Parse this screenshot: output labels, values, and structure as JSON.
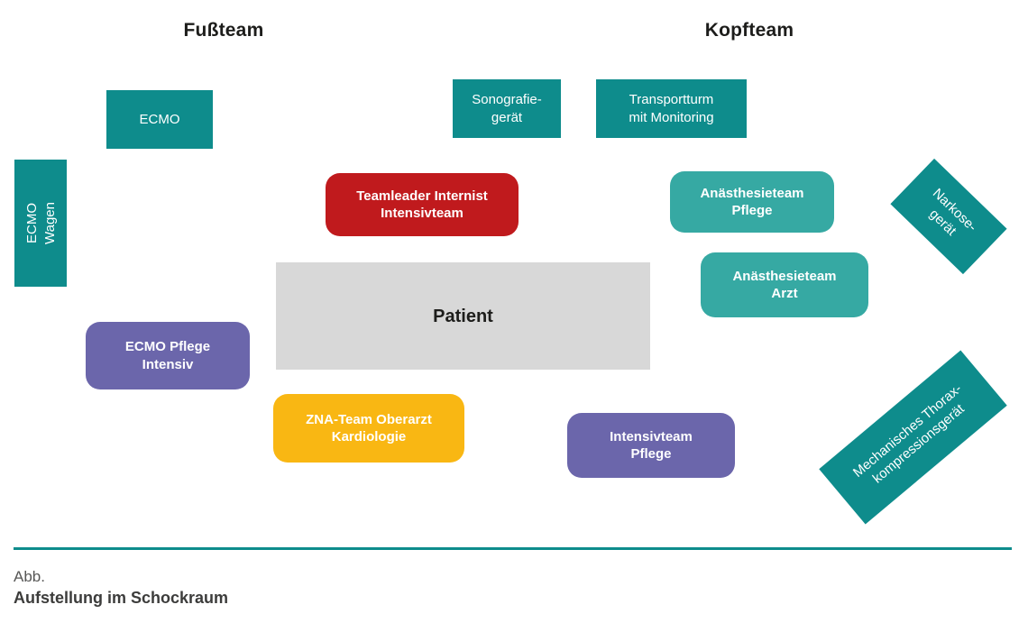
{
  "figure": {
    "caption_prefix": "Abb.",
    "caption_title": "Aufstellung im Schockraum"
  },
  "titles": {
    "left": "Fußteam",
    "right": "Kopfteam"
  },
  "boxes": {
    "ecmo": {
      "label": "ECMO",
      "type": "equipment"
    },
    "ecmo_wagen": {
      "label": "ECMO\nWagen",
      "type": "equipment",
      "text_rotation": "-90deg"
    },
    "sonografiegeraet": {
      "label": "Sonografie-\ngerät",
      "type": "equipment"
    },
    "transportturm": {
      "label": "Transportturm\nmit Monitoring",
      "type": "equipment"
    },
    "narkosegeraet": {
      "label": "Narkose-\ngerät",
      "type": "equipment",
      "rotation": "44deg"
    },
    "thoraxkompressionsgeraet": {
      "label": "Mechanisches Thorax-\nkompressionsgerät",
      "type": "equipment",
      "rotation": "-40deg"
    },
    "teamleader": {
      "label": "Teamleader Internist\nIntensivteam",
      "type": "team"
    },
    "anaesthesieteam_pflege": {
      "label": "Anästhesieteam\nPflege",
      "type": "team"
    },
    "anaesthesieteam_arzt": {
      "label": "Anästhesieteam\nArzt",
      "type": "team"
    },
    "patient": {
      "label": "Patient",
      "type": "patient"
    },
    "ecmo_pflege_intensiv": {
      "label": "ECMO Pflege\nIntensiv",
      "type": "team"
    },
    "zna_team": {
      "label": "ZNA-Team Oberarzt\nKardiologie",
      "type": "team"
    },
    "intensivteam_pflege": {
      "label": "Intensivteam\nPflege",
      "type": "team"
    }
  },
  "colors": {
    "equipment_teal": "#0e8c8c",
    "team_teal_light": "#36a9a3",
    "team_red": "#c01a1d",
    "team_purple": "#6b66ab",
    "team_yellow": "#f9b713",
    "patient_gray": "#d8d8d8",
    "text_dark": "#1d1d1b",
    "caption_gray": "#575756",
    "divider_teal": "#0e8c8c",
    "box_text_white": "#ffffff"
  }
}
